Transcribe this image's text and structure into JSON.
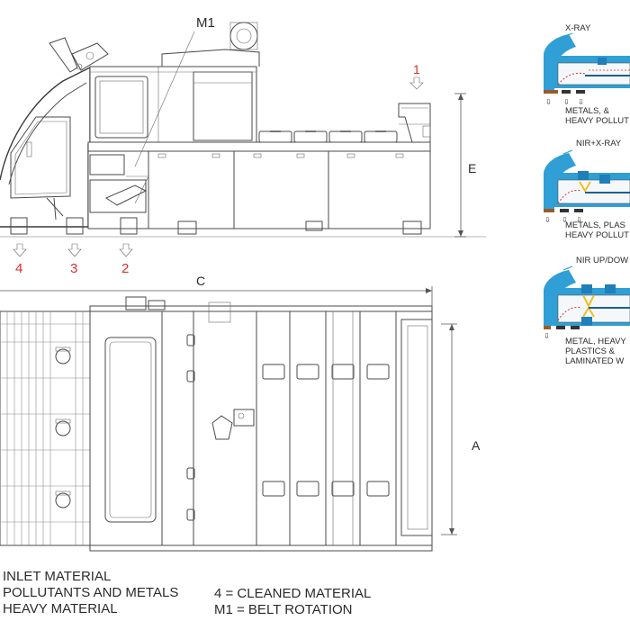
{
  "side_view": {
    "label_m1": "M1",
    "label_e": "E",
    "outlet_4": "4",
    "outlet_3": "3",
    "outlet_2": "2",
    "inlet_1": "1"
  },
  "top_view": {
    "label_c": "C",
    "label_a": "A"
  },
  "legend": {
    "line1": "INLET MATERIAL",
    "line2": "POLLUTANTS AND METALS",
    "line3": "HEAVY MATERIAL",
    "line4": "4 = CLEANED MATERIAL",
    "line5": "M1 = BELT ROTATION"
  },
  "variants": [
    {
      "title": "X-RAY",
      "caption_lines": [
        "METALS, &",
        "HEAVY POLLUT"
      ]
    },
    {
      "title": "NIR+X-RAY",
      "caption_lines": [
        "METALS, PLAS",
        "HEAVY POLLUT"
      ]
    },
    {
      "title": "NIR UP/DOW",
      "caption_lines": [
        "METAL, HEAVY",
        "PLASTICS &",
        "LAMINATED W"
      ]
    }
  ],
  "colors": {
    "accent_red": "#d9302c",
    "machine_blue": "#2f9fd6",
    "line_gray": "#4a4a4a"
  }
}
